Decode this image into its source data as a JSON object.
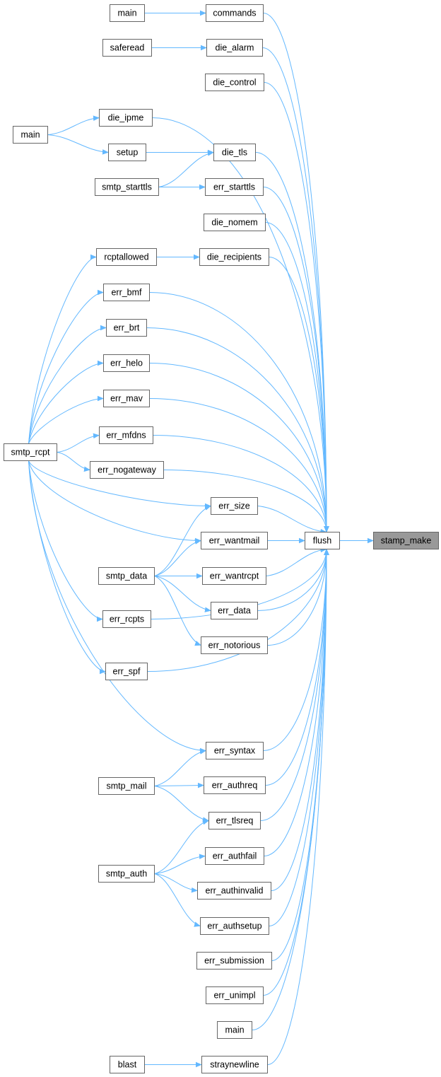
{
  "graph": {
    "edge_color": "#63b8ff",
    "node_border_color": "#666666",
    "focus_fill": "#999999",
    "nodes": [
      {
        "id": "main_a",
        "label": "main"
      },
      {
        "id": "commands",
        "label": "commands"
      },
      {
        "id": "saferead",
        "label": "saferead"
      },
      {
        "id": "die_alarm",
        "label": "die_alarm"
      },
      {
        "id": "die_control",
        "label": "die_control"
      },
      {
        "id": "main_b",
        "label": "main"
      },
      {
        "id": "die_ipme",
        "label": "die_ipme"
      },
      {
        "id": "setup",
        "label": "setup"
      },
      {
        "id": "die_tls",
        "label": "die_tls"
      },
      {
        "id": "smtp_starttls",
        "label": "smtp_starttls"
      },
      {
        "id": "err_starttls",
        "label": "err_starttls"
      },
      {
        "id": "die_nomem",
        "label": "die_nomem"
      },
      {
        "id": "rcptallowed",
        "label": "rcptallowed"
      },
      {
        "id": "die_recipients",
        "label": "die_recipients"
      },
      {
        "id": "err_bmf",
        "label": "err_bmf"
      },
      {
        "id": "err_brt",
        "label": "err_brt"
      },
      {
        "id": "err_helo",
        "label": "err_helo"
      },
      {
        "id": "err_mav",
        "label": "err_mav"
      },
      {
        "id": "err_mfdns",
        "label": "err_mfdns"
      },
      {
        "id": "smtp_rcpt",
        "label": "smtp_rcpt"
      },
      {
        "id": "err_nogateway",
        "label": "err_nogateway"
      },
      {
        "id": "err_size",
        "label": "err_size"
      },
      {
        "id": "err_wantmail",
        "label": "err_wantmail"
      },
      {
        "id": "flush",
        "label": "flush"
      },
      {
        "id": "stamp_make",
        "label": "stamp_make",
        "focus": true
      },
      {
        "id": "smtp_data",
        "label": "smtp_data"
      },
      {
        "id": "err_wantrcpt",
        "label": "err_wantrcpt"
      },
      {
        "id": "err_data",
        "label": "err_data"
      },
      {
        "id": "err_rcpts",
        "label": "err_rcpts"
      },
      {
        "id": "err_notorious",
        "label": "err_notorious"
      },
      {
        "id": "err_spf",
        "label": "err_spf"
      },
      {
        "id": "err_syntax",
        "label": "err_syntax"
      },
      {
        "id": "smtp_mail",
        "label": "smtp_mail"
      },
      {
        "id": "err_authreq",
        "label": "err_authreq"
      },
      {
        "id": "err_tlsreq",
        "label": "err_tlsreq"
      },
      {
        "id": "err_authfail",
        "label": "err_authfail"
      },
      {
        "id": "smtp_auth",
        "label": "smtp_auth"
      },
      {
        "id": "err_authinvalid",
        "label": "err_authinvalid"
      },
      {
        "id": "err_authsetup",
        "label": "err_authsetup"
      },
      {
        "id": "err_submission",
        "label": "err_submission"
      },
      {
        "id": "err_unimpl",
        "label": "err_unimpl"
      },
      {
        "id": "main_c",
        "label": "main"
      },
      {
        "id": "blast",
        "label": "blast"
      },
      {
        "id": "straynewline",
        "label": "straynewline"
      }
    ],
    "edges": [
      [
        "main_a",
        "commands"
      ],
      [
        "saferead",
        "die_alarm"
      ],
      [
        "main_b",
        "die_ipme"
      ],
      [
        "main_b",
        "setup"
      ],
      [
        "setup",
        "die_tls"
      ],
      [
        "smtp_starttls",
        "die_tls"
      ],
      [
        "smtp_starttls",
        "err_starttls"
      ],
      [
        "rcptallowed",
        "die_recipients"
      ],
      [
        "smtp_rcpt",
        "rcptallowed"
      ],
      [
        "smtp_rcpt",
        "err_bmf"
      ],
      [
        "smtp_rcpt",
        "err_brt"
      ],
      [
        "smtp_rcpt",
        "err_helo"
      ],
      [
        "smtp_rcpt",
        "err_mav"
      ],
      [
        "smtp_rcpt",
        "err_mfdns"
      ],
      [
        "smtp_rcpt",
        "err_nogateway"
      ],
      [
        "smtp_rcpt",
        "err_size"
      ],
      [
        "smtp_rcpt",
        "err_wantmail"
      ],
      [
        "smtp_rcpt",
        "err_rcpts"
      ],
      [
        "smtp_rcpt",
        "err_spf"
      ],
      [
        "smtp_rcpt",
        "err_syntax"
      ],
      [
        "smtp_data",
        "err_size"
      ],
      [
        "smtp_data",
        "err_wantmail"
      ],
      [
        "smtp_data",
        "err_wantrcpt"
      ],
      [
        "smtp_data",
        "err_data"
      ],
      [
        "smtp_data",
        "err_notorious"
      ],
      [
        "smtp_mail",
        "err_syntax"
      ],
      [
        "smtp_mail",
        "err_authreq"
      ],
      [
        "smtp_mail",
        "err_tlsreq"
      ],
      [
        "smtp_auth",
        "err_tlsreq"
      ],
      [
        "smtp_auth",
        "err_authfail"
      ],
      [
        "smtp_auth",
        "err_authinvalid"
      ],
      [
        "smtp_auth",
        "err_authsetup"
      ],
      [
        "blast",
        "straynewline"
      ],
      [
        "commands",
        "flush"
      ],
      [
        "die_alarm",
        "flush"
      ],
      [
        "die_control",
        "flush"
      ],
      [
        "die_ipme",
        "flush"
      ],
      [
        "die_tls",
        "flush"
      ],
      [
        "err_starttls",
        "flush"
      ],
      [
        "die_nomem",
        "flush"
      ],
      [
        "die_recipients",
        "flush"
      ],
      [
        "err_bmf",
        "flush"
      ],
      [
        "err_brt",
        "flush"
      ],
      [
        "err_helo",
        "flush"
      ],
      [
        "err_mav",
        "flush"
      ],
      [
        "err_mfdns",
        "flush"
      ],
      [
        "err_nogateway",
        "flush"
      ],
      [
        "err_size",
        "flush"
      ],
      [
        "err_wantmail",
        "flush"
      ],
      [
        "err_wantrcpt",
        "flush"
      ],
      [
        "err_data",
        "flush"
      ],
      [
        "err_rcpts",
        "flush"
      ],
      [
        "err_notorious",
        "flush"
      ],
      [
        "err_spf",
        "flush"
      ],
      [
        "err_syntax",
        "flush"
      ],
      [
        "err_authreq",
        "flush"
      ],
      [
        "err_tlsreq",
        "flush"
      ],
      [
        "err_authfail",
        "flush"
      ],
      [
        "err_authinvalid",
        "flush"
      ],
      [
        "err_authsetup",
        "flush"
      ],
      [
        "err_submission",
        "flush"
      ],
      [
        "err_unimpl",
        "flush"
      ],
      [
        "main_c",
        "flush"
      ],
      [
        "straynewline",
        "flush"
      ],
      [
        "flush",
        "stamp_make"
      ]
    ]
  }
}
